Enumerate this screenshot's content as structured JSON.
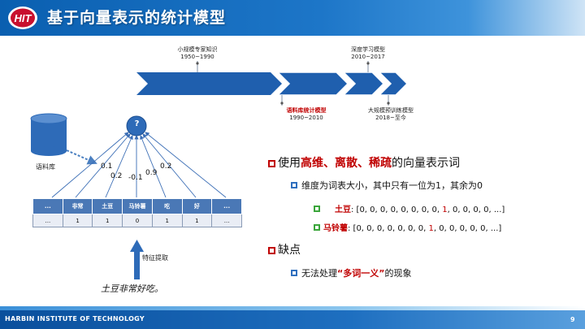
{
  "header": {
    "logo_text": "HIT",
    "title": "基于向量表示的统计模型"
  },
  "timeline": {
    "stages": [
      {
        "name": "小规模专家知识",
        "years": "1950~1990"
      },
      {
        "name": "语料库统计模型",
        "years": "1990~2010"
      },
      {
        "name": "深度学习模型",
        "years": "2010~2017"
      },
      {
        "name": "大规模预训练模型",
        "years": "2018~至今"
      }
    ],
    "colors": {
      "arrow": "#1f5fae",
      "highlight": "#c00000"
    }
  },
  "diagram": {
    "node": "?",
    "corpus_label": "语料库",
    "weights": [
      "0.1",
      "0.2",
      "-0.1",
      "0.9",
      "0.2"
    ],
    "table": {
      "headers": [
        "...",
        "非常",
        "土豆",
        "马铃薯",
        "吃",
        "好",
        "..."
      ],
      "values": [
        "...",
        "1",
        "1",
        "0",
        "1",
        "1",
        "..."
      ]
    },
    "feature_label": "特征提取",
    "sentence": "土豆非常好吃。"
  },
  "content": {
    "b1": {
      "prefix": "使用",
      "em": "高维、离散、稀疏",
      "suffix": "的向量表示词"
    },
    "b2": "维度为词表大小，其中只有一位为1，其余为0",
    "examples": [
      {
        "word": "土豆",
        "before": ": [0, 0, 0, 0, 0, 0, 0, 0, ",
        "one": "1",
        "after": ", 0, 0, 0, 0, ...]"
      },
      {
        "word": "马铃薯",
        "before": ": [0, 0, 0, 0, 0, 0, 0, ",
        "one": "1",
        "after": ", 0, 0, 0, 0, 0, ...]"
      }
    ],
    "b4": "缺点",
    "b5": {
      "prefix": "无法处理",
      "quote_open": "“",
      "em": "多词一义",
      "quote_close": "”",
      "suffix": "的现象"
    }
  },
  "footer": {
    "org": "HARBIN INSTITUTE OF TECHNOLOGY",
    "page": "9"
  }
}
